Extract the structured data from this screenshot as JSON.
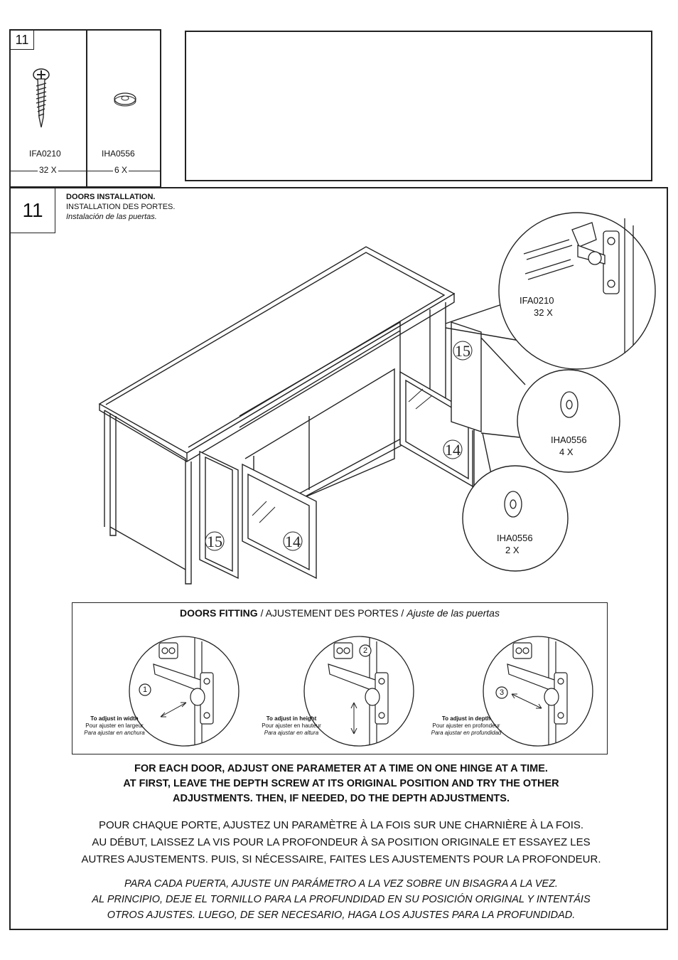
{
  "parts_box": {
    "step": "11",
    "part1": {
      "code": "IFA0210",
      "qty": "32 X",
      "icon": "screw-icon"
    },
    "part2": {
      "code": "IHA0556",
      "qty": "6 X",
      "icon": "washer-icon"
    }
  },
  "step": {
    "number": "11",
    "title_en": "DOORS INSTALLATION.",
    "title_fr": "INSTALLATION DES PORTES.",
    "title_es": "Instalación de las puertas."
  },
  "illustration": {
    "labels": [
      "15",
      "14",
      "15",
      "14"
    ],
    "callout1": {
      "code": "IFA0210",
      "qty": "32 X"
    },
    "callout2": {
      "code": "IHA0556",
      "qty": "4 X"
    },
    "callout3": {
      "code": "IHA0556",
      "qty": "2 X"
    }
  },
  "fitting": {
    "title_bold": "DOORS FITTING",
    "title_fr": " / AJUSTEMENT DES PORTES / ",
    "title_es": "Ajuste de las puertas",
    "items": [
      {
        "num": "1",
        "en": "To adjust in width",
        "fr": "Pour ajuster en largeur",
        "es": "Para ajustar en anchura"
      },
      {
        "num": "2",
        "en": "To adjust in height",
        "fr": "Pour ajuster en hauteur",
        "es": "Para ajustar en altura"
      },
      {
        "num": "3",
        "en": "To adjust in depth",
        "fr": "Pour ajuster en profondeur",
        "es": "Para ajustar en profundidad"
      }
    ]
  },
  "instructions": {
    "en": [
      "FOR EACH DOOR, ADJUST ONE PARAMETER AT A TIME ON ONE HINGE AT A TIME.",
      "AT FIRST, LEAVE THE DEPTH SCREW AT ITS ORIGINAL POSITION AND TRY THE OTHER",
      "ADJUSTMENTS. THEN, IF NEEDED, DO THE DEPTH ADJUSTMENTS."
    ],
    "fr": [
      "POUR CHAQUE PORTE, AJUSTEZ UN PARAMÈTRE À LA FOIS SUR UNE CHARNIÈRE À LA FOIS.",
      "AU DÉBUT, LAISSEZ LA VIS POUR LA PROFONDEUR À SA POSITION ORIGINALE ET ESSAYEZ LES",
      "AUTRES AJUSTEMENTS. PUIS, SI NÉCESSAIRE, FAITES LES AJUSTEMENTS POUR LA PROFONDEUR."
    ],
    "es": [
      "PARA CADA PUERTA, AJUSTE UN PARÁMETRO A LA VEZ SOBRE UN BISAGRA A LA VEZ.",
      "AL PRINCIPIO, DEJE EL TORNILLO PARA LA PROFUNDIDAD EN SU POSICIÓN ORIGINAL Y INTENTÁIS",
      "OTROS AJUSTES. LUEGO, DE SER NECESARIO, HAGA LOS AJUSTES PARA LA PROFUNDIDAD."
    ]
  }
}
